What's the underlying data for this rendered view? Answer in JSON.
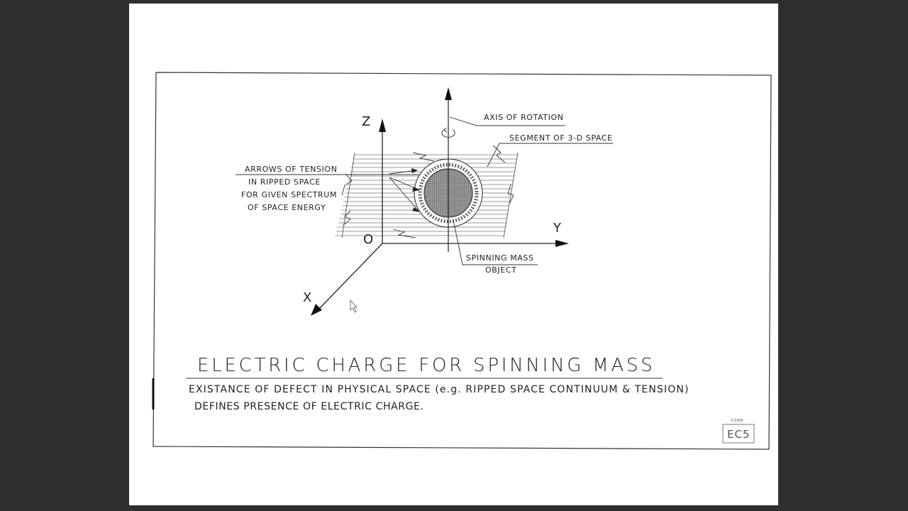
{
  "diagram": {
    "axes": {
      "z": "Z",
      "y": "Y",
      "x": "X",
      "origin": "O"
    },
    "labels": {
      "axis_of_rotation": "AXIS OF ROTATION",
      "segment_of_space": "SEGMENT OF 3-D SPACE",
      "tension_1": "ARROWS OF TENSION",
      "tension_2": "IN RIPPED SPACE",
      "tension_3": "FOR GIVEN SPECTRUM",
      "tension_4": "OF SPACE ENERGY",
      "spinning_1": "SPINNING MASS",
      "spinning_2": "OBJECT"
    }
  },
  "title": "ELECTRIC CHARGE FOR SPINNING MASS",
  "description": {
    "line1": "EXISTANCE OF DEFECT IN PHYSICAL SPACE (e.g. RIPPED SPACE CONTINUUM & TENSION)",
    "line2": "DEFINES PRESENCE OF ELECTRIC CHARGE."
  },
  "sheet_code": "EC5",
  "copyright": "©1995"
}
